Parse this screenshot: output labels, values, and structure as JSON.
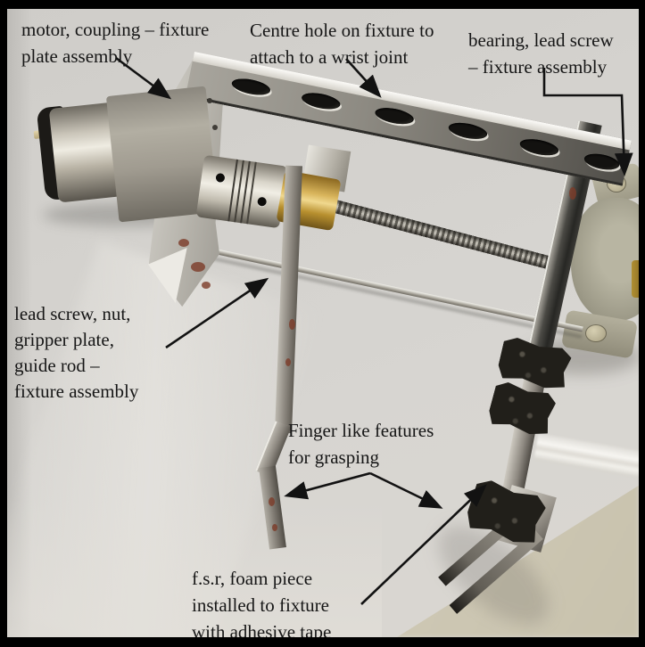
{
  "figure": {
    "kind": "annotated photograph",
    "subject": "lead-screw gripper fixture assembly",
    "border_color": "#000000",
    "fabric_color": "#d4d2ce",
    "annotation_text_color": "#161616",
    "brass_color": "#b8902f",
    "tape_color": "#211f1a"
  },
  "labels": {
    "motor": {
      "lines": [
        "motor, coupling – fixture",
        "plate assembly"
      ]
    },
    "centre_hole": {
      "lines": [
        "Centre hole on fixture to",
        "attach to a wrist joint"
      ]
    },
    "bearing": {
      "lines": [
        "bearing, lead screw",
        "– fixture assembly"
      ]
    },
    "lead_screw": {
      "lines": [
        "lead screw, nut,",
        "gripper plate,",
        "guide rod –",
        "fixture assembly"
      ]
    },
    "fingers": {
      "lines": [
        "Finger like features",
        "for grasping"
      ]
    },
    "fsr": {
      "lines": [
        "f.s.r, foam piece",
        "installed to fixture",
        "with adhesive tape"
      ]
    }
  }
}
